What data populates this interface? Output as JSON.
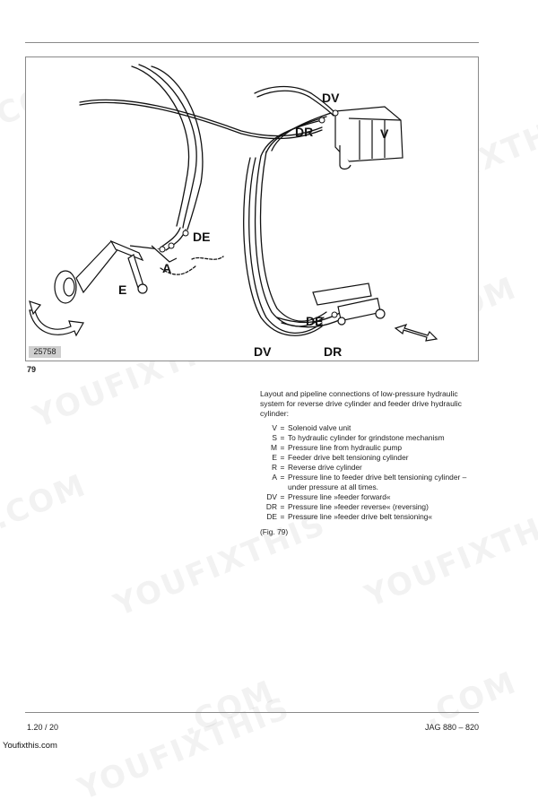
{
  "figure": {
    "id_label": "25758",
    "number": "79",
    "labels": {
      "dv_top": "DV",
      "dr_top": "DR",
      "v": "V",
      "de_left": "DE",
      "a": "A",
      "e": "E",
      "de_right": "DE",
      "dv_bottom": "DV",
      "dr_bottom": "DR"
    }
  },
  "caption": "Layout and pipeline connections of low-pressure hydraulic system for reverse drive cylinder and feeder drive hydraulic cylinder:",
  "legend": [
    {
      "code": "V",
      "desc": "Solenoid valve unit"
    },
    {
      "code": "S",
      "desc": "To hydraulic cylinder for grindstone mechanism"
    },
    {
      "code": "M",
      "desc": "Pressure line from hydraulic pump"
    },
    {
      "code": "E",
      "desc": "Feeder drive belt tensioning cylinder"
    },
    {
      "code": "R",
      "desc": "Reverse drive cylinder"
    },
    {
      "code": "A",
      "desc": "Pressure line to feeder drive belt tensioning cylinder – under pressure at all times."
    },
    {
      "code": "DV",
      "desc": "Pressure line »feeder forward«"
    },
    {
      "code": "DR",
      "desc": "Pressure line »feeder reverse« (reversing)"
    },
    {
      "code": "DE",
      "desc": "Pressure line »feeder drive belt tensioning«"
    }
  ],
  "fig_ref": "(Fig. 79)",
  "footer": {
    "page": "1.20 / 20",
    "model": "JAG 880 – 820"
  },
  "site": "Youfixthis.com",
  "watermark": ".COM YOUFIXTHIS"
}
